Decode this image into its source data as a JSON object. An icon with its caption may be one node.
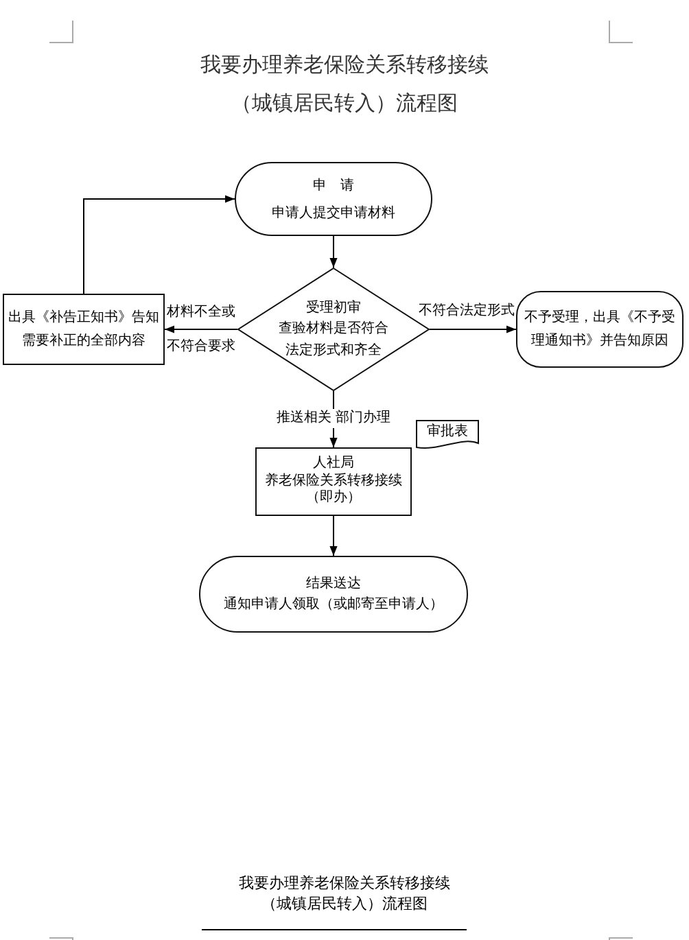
{
  "diagram": {
    "title": "我要办理养老保险关系转移接续（城镇居民转入）流程图",
    "nodes": [
      {
        "text": [
          "申　请",
          "申请人提交申请材料"
        ]
      },
      {
        "text": [
          "受理初审",
          "查验材料是否符合法定形式和齐全"
        ]
      },
      {
        "text": [
          "出具《补告正知书》告知需要补正的全部内容"
        ]
      },
      {
        "text": [
          "不予受理，出具《不予受理通知书》并告知原因"
        ]
      },
      {
        "text": [
          "人社局",
          "养老保险关系转移接续",
          "（即办）"
        ]
      },
      {
        "text": [
          "审批表"
        ]
      },
      {
        "text": [
          "结果送达",
          "通知申请人领取（或邮寄至申请人）"
        ]
      }
    ],
    "edges": [
      {
        "from": 0,
        "to": 1,
        "arrow": "to"
      },
      {
        "from": 1,
        "to": 2,
        "arrow": "to",
        "label": "材料不全或不符合要求"
      },
      {
        "from": 2,
        "to": 0,
        "arrow": "to"
      },
      {
        "from": 1,
        "to": 3,
        "arrow": "to",
        "label": "不符合法定形式"
      },
      {
        "from": 1,
        "to": 4,
        "arrow": "to",
        "label": "推送相关 部门办理"
      },
      {
        "from": 4,
        "to": 6,
        "arrow": "to"
      }
    ],
    "labels": [
      "我要办理养老保险关系转移接续（城镇居民转入）流程图"
    ]
  }
}
